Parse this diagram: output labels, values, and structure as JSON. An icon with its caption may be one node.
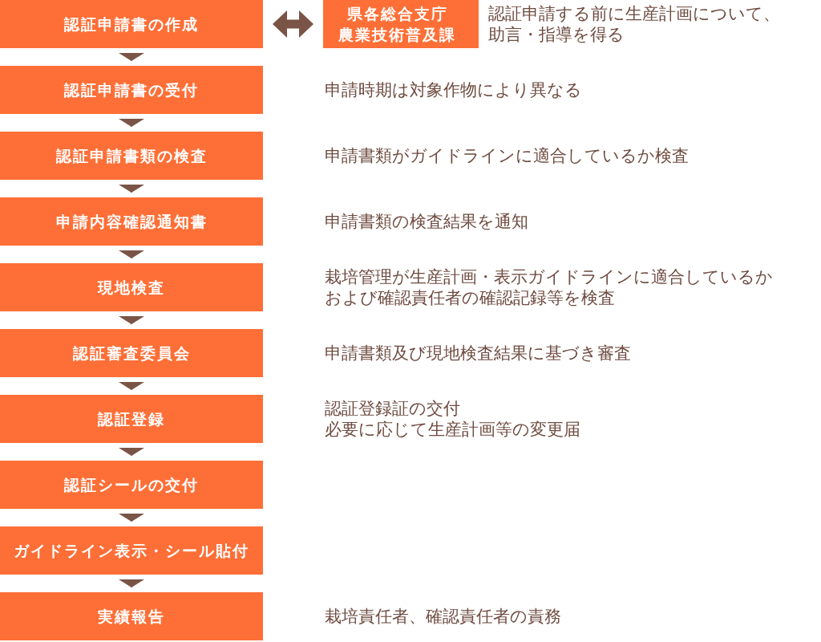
{
  "diagram": {
    "nodes": [
      {
        "text": [
          "認証申請書の作成"
        ]
      },
      {
        "text": [
          "県各総合支庁農業技術普及課"
        ],
        "beside": [
          "認証申請する前に生産計画について、助言・指導を得る"
        ]
      },
      {
        "text": [
          "認証申請書の受付"
        ]
      },
      {
        "text": [
          "認証申請書類の検査"
        ],
        "beside": [
          "申請書類がガイドラインに適合しているか検査"
        ]
      },
      {
        "text": [
          "申請内容確認通知書"
        ],
        "beside": [
          "申請書類の検査結果を通知"
        ]
      },
      {
        "text": [
          "現地検査"
        ],
        "beside": [
          "栽培管理が生産計画・表示ガイドラインに適合しているかおよび確認責任者の確認記録等を検査"
        ]
      },
      {
        "text": [
          "認証審査委員会"
        ],
        "beside": [
          "申請書類及び現地検査結果に基づき審査"
        ]
      },
      {
        "text": [
          "認証登録"
        ],
        "beside": [
          "認証登録証の交付",
          "必要に応じて生産計画等の変更届"
        ]
      },
      {
        "text": [
          "認証シールの交付"
        ]
      },
      {
        "text": [
          "ガイドライン表示・シール貼付"
        ]
      },
      {
        "text": [
          "実績報告"
        ],
        "beside": [
          "栽培責任者、確認責任者の責務"
        ]
      }
    ],
    "edges": [
      {
        "from": 0,
        "to": 1,
        "arrow": "both",
        "style": "thick"
      },
      {
        "from": 0,
        "to": 2,
        "arrow": "to"
      },
      {
        "from": 2,
        "to": 3,
        "arrow": "to"
      },
      {
        "from": 3,
        "to": 4,
        "arrow": "to"
      },
      {
        "from": 4,
        "to": 5,
        "arrow": "to"
      },
      {
        "from": 5,
        "to": 6,
        "arrow": "to"
      },
      {
        "from": 6,
        "to": 7,
        "arrow": "to"
      },
      {
        "from": 7,
        "to": 8,
        "arrow": "to"
      },
      {
        "from": 8,
        "to": 9,
        "arrow": "to"
      },
      {
        "from": 9,
        "to": 10,
        "arrow": "to"
      }
    ],
    "labels": [
      "申請時期は対象作物により異なる"
    ]
  }
}
